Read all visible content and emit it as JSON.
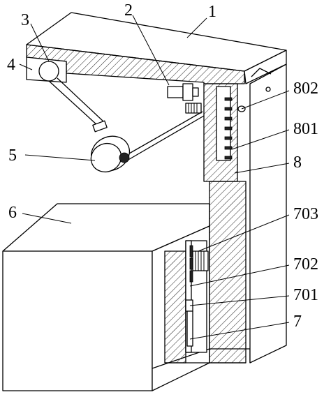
{
  "labels": {
    "l1": "1",
    "l2": "2",
    "l3": "3",
    "l4": "4",
    "l5": "5",
    "l6": "6",
    "l7": "7",
    "l8": "8",
    "l701": "701",
    "l702": "702",
    "l703": "703",
    "l801": "801",
    "l802": "802"
  }
}
